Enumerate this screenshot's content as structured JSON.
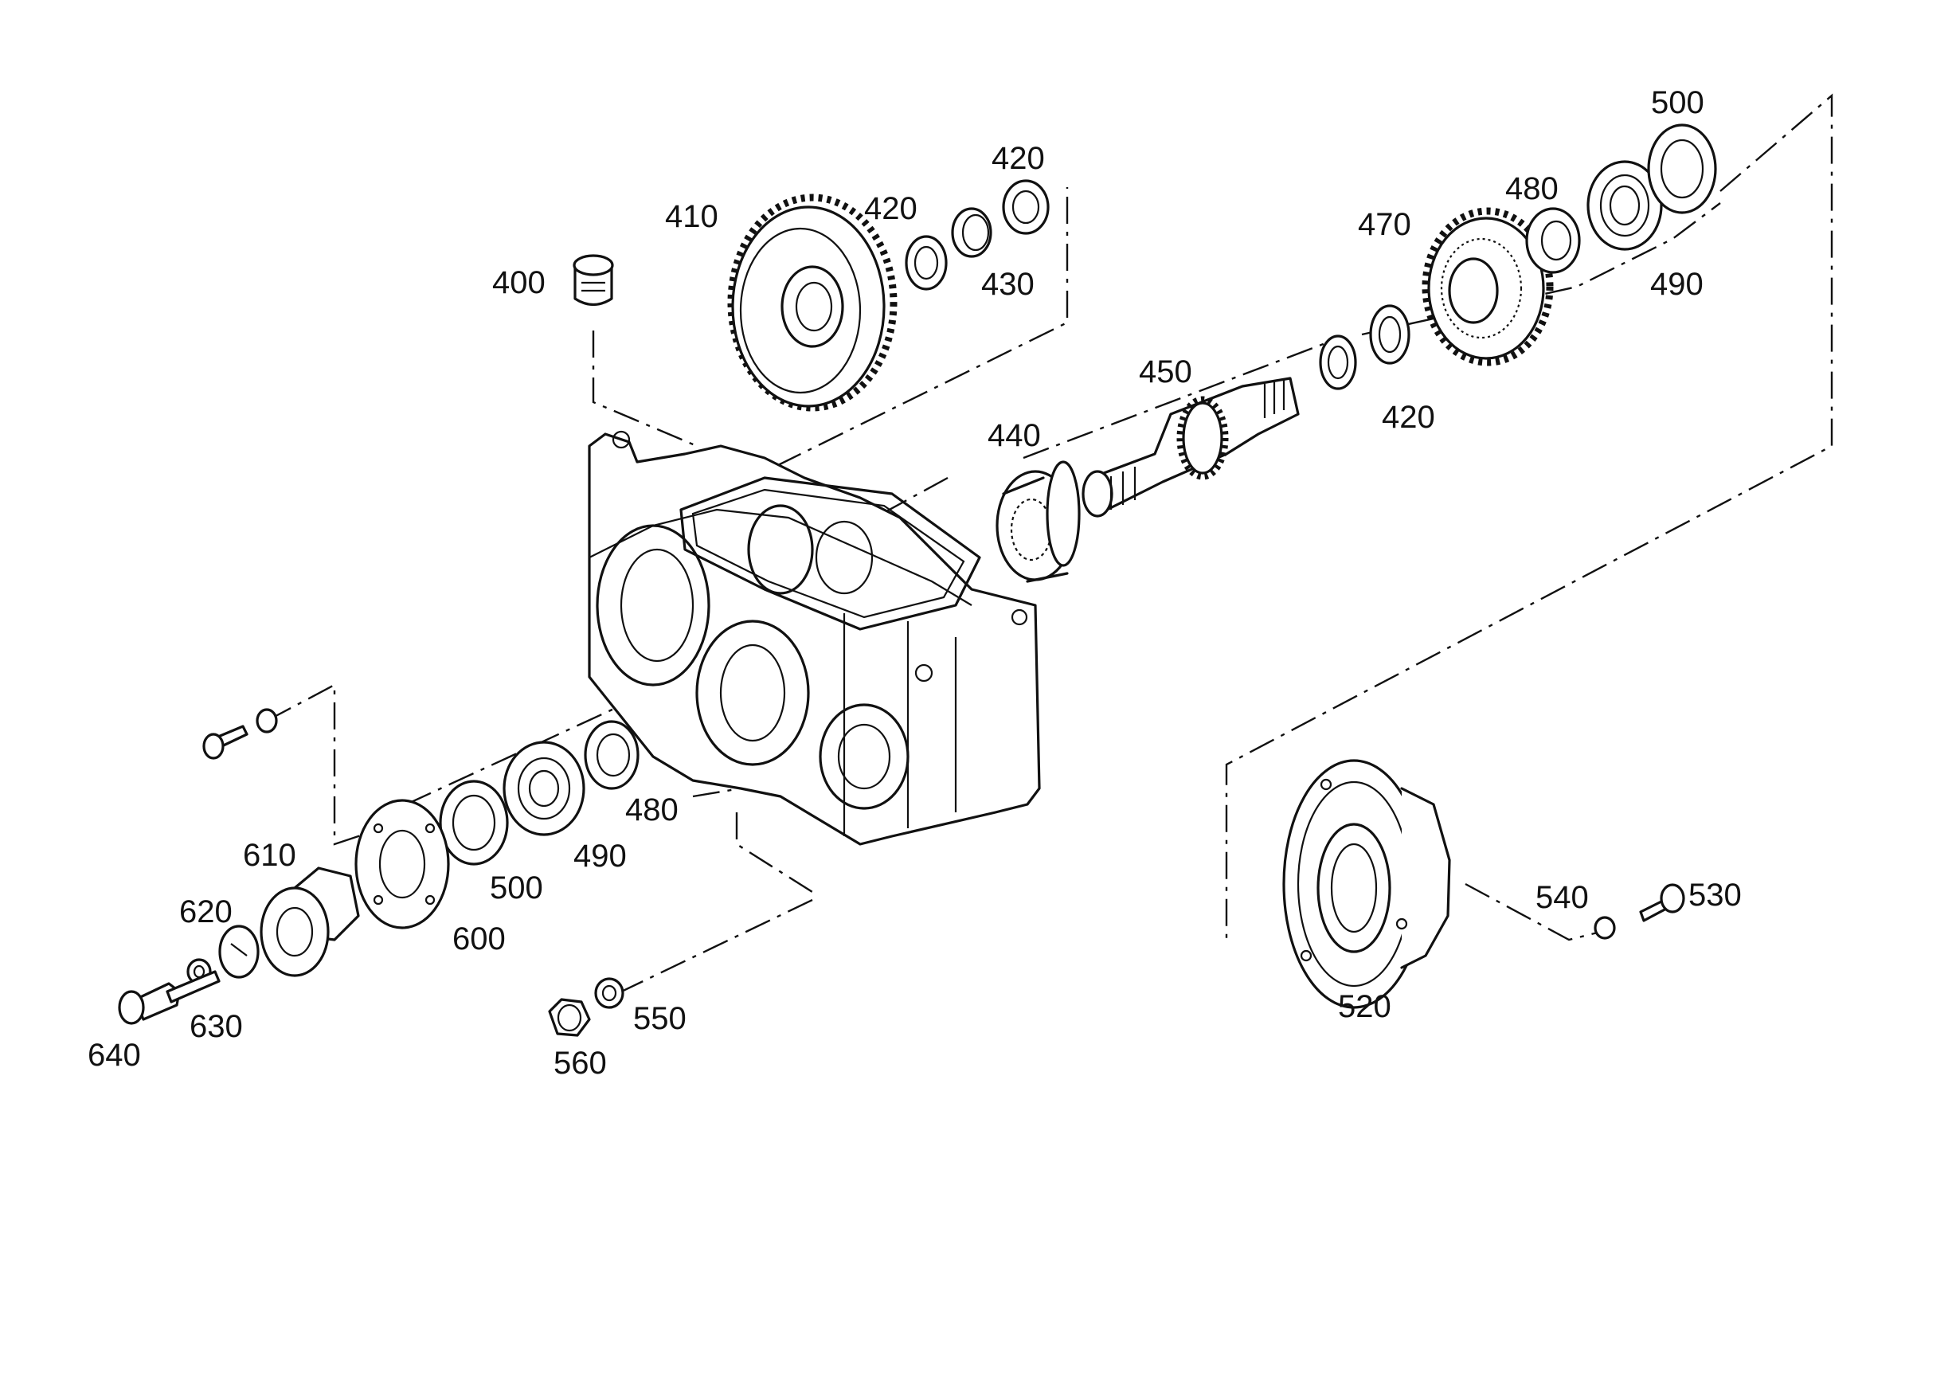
{
  "labels": {
    "p400": "400",
    "p410": "410",
    "p420a": "420",
    "p420b": "420",
    "p430": "430",
    "p440": "440",
    "p450": "450",
    "p420c": "420",
    "p470": "470",
    "p480a": "480",
    "p490a": "490",
    "p500a": "500",
    "p480b": "480",
    "p490b": "490",
    "p500b": "500",
    "p600": "600",
    "p610": "610",
    "p620": "620",
    "p630": "630",
    "p640": "640",
    "p550": "550",
    "p560": "560",
    "p520": "520",
    "p540": "540",
    "p530": "530"
  }
}
